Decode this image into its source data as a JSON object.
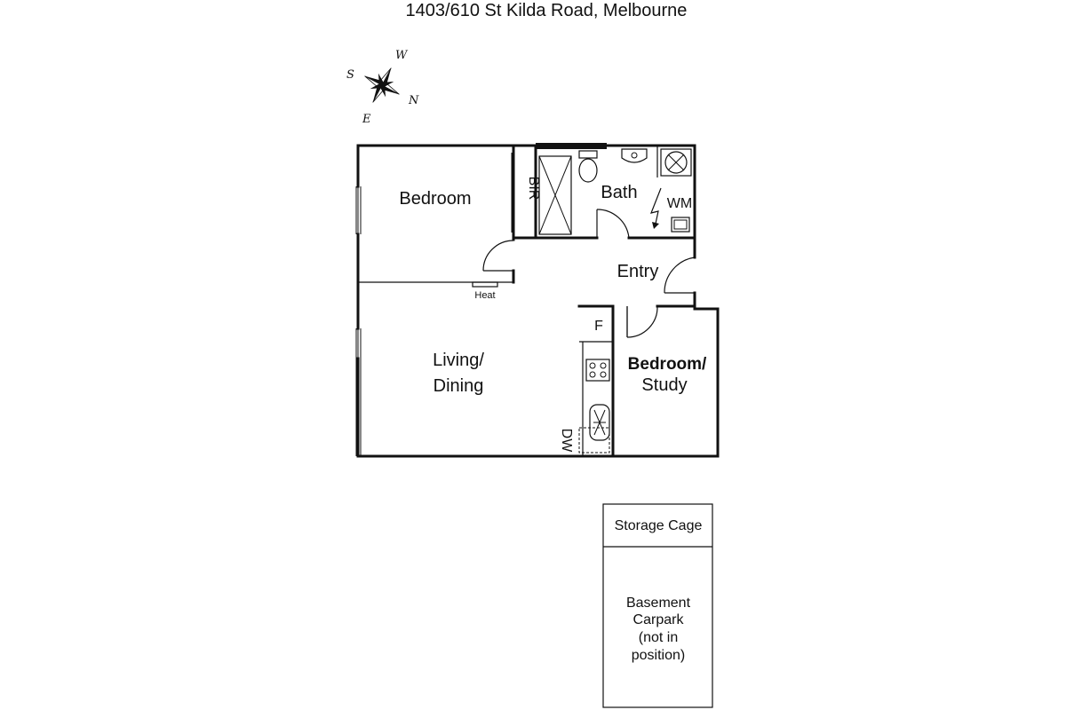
{
  "title": "1403/610 St Kilda Road, Melbourne",
  "compass": {
    "north": "N",
    "south": "S",
    "east": "E",
    "west": "W"
  },
  "rooms": {
    "bedroom": "Bedroom",
    "bir": "BIR",
    "bath": "Bath",
    "wm": "WM",
    "entry": "Entry",
    "heat": "Heat",
    "fridge": "F",
    "living_line1": "Living/",
    "living_line2": "Dining",
    "study_line1": "Bedroom/",
    "study_line2": "Study",
    "dw": "DW"
  },
  "extras": {
    "storage": "Storage Cage",
    "carpark_line1": "Basement",
    "carpark_line2": "Carpark",
    "carpark_line3": "(not in",
    "carpark_line4": "position)"
  }
}
